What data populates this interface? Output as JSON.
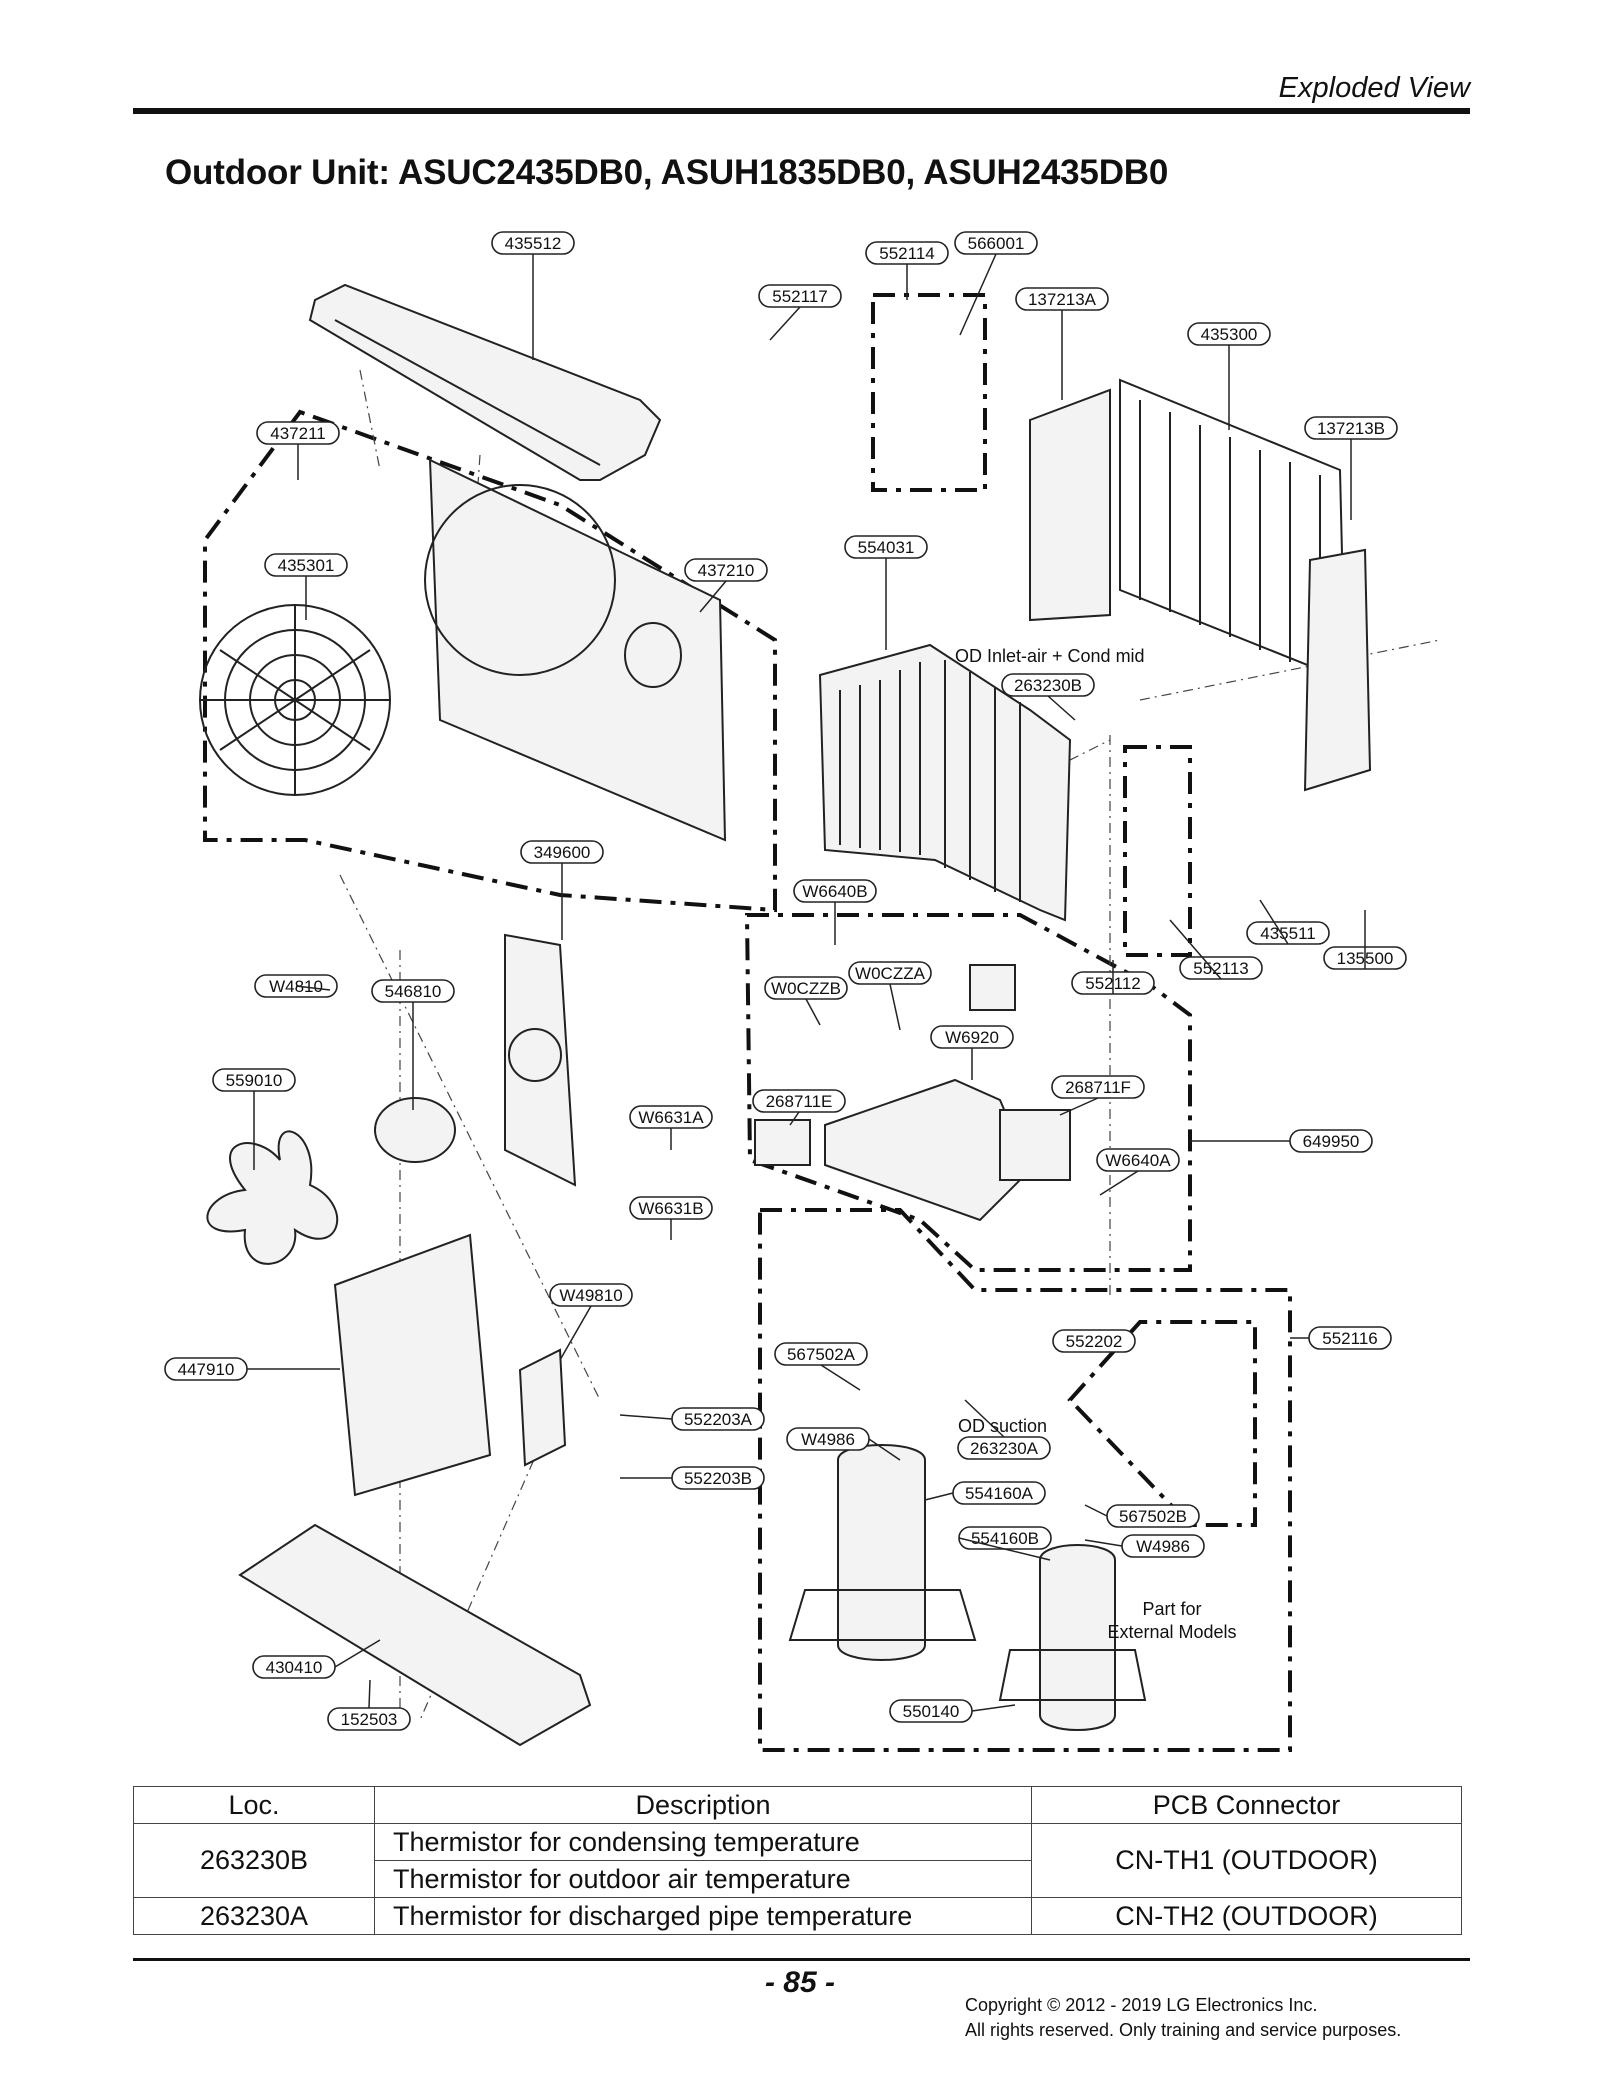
{
  "header": {
    "section": "Exploded View"
  },
  "page_title": "Outdoor Unit: ASUC2435DB0, ASUH1835DB0, ASUH2435DB0",
  "callouts": [
    "435512",
    "552114",
    "566001",
    "552117",
    "137213A",
    "435300",
    "437211",
    "137213B",
    "435301",
    "437210",
    "554031",
    "263230B",
    "349600",
    "W6640B",
    "W4810",
    "546810",
    "W0CZZB",
    "W0CZZA",
    "552112",
    "552113",
    "435511",
    "135500",
    "W6920",
    "559010",
    "268711E",
    "268711F",
    "W6631A",
    "649950",
    "W6640A",
    "W6631B",
    "W49810",
    "552202",
    "552116",
    "567502A",
    "447910",
    "552203A",
    "W4986",
    "263230A",
    "552203B",
    "554160A",
    "567502B",
    "554160B",
    "W4986",
    "430410",
    "550140",
    "152503"
  ],
  "annotations": {
    "od_inlet": "OD Inlet-air + Cond mid",
    "od_suction": "OD suction",
    "part_for_line1": "Part for",
    "part_for_line2": "External Models"
  },
  "table": {
    "headers": {
      "loc": "Loc.",
      "description": "Description",
      "pcb": "PCB Connector"
    },
    "rows": [
      {
        "loc": "263230B",
        "descriptions": [
          "Thermistor for condensing temperature",
          "Thermistor for outdoor air temperature"
        ],
        "pcb": "CN-TH1 (OUTDOOR)"
      },
      {
        "loc": "263230A",
        "descriptions": [
          "Thermistor for discharged pipe temperature"
        ],
        "pcb": "CN-TH2 (OUTDOOR)"
      }
    ]
  },
  "footer": {
    "page_number": "- 85 -",
    "copyright_line1": "Copyright © 2012 - 2019 LG Electronics Inc.",
    "copyright_line2": "All rights reserved. Only training and service purposes."
  }
}
